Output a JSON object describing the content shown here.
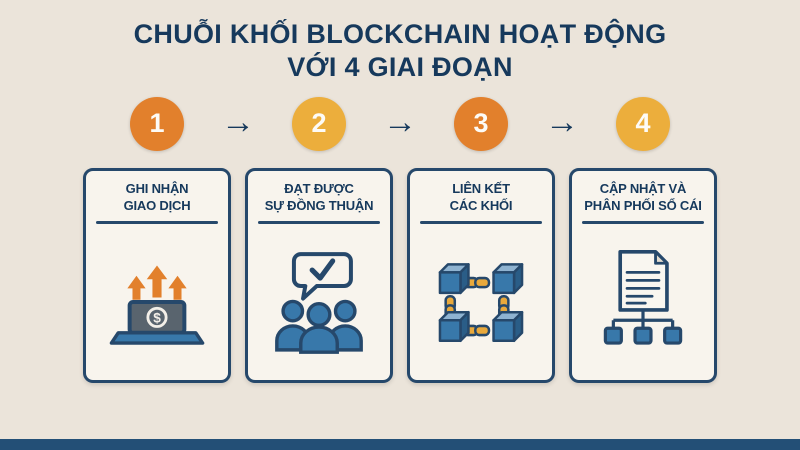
{
  "title": {
    "line1": "CHUỖI KHỐI BLOCKCHAIN HOẠT ĐỘNG",
    "line2": "VỚI 4 GIAI ĐOẠN"
  },
  "arrows": {
    "glyph": "→"
  },
  "steps": [
    {
      "number": "1",
      "color": "#e2802c",
      "label_line1": "GHI NHẬN",
      "label_line2": "GIAO DỊCH",
      "icon": "laptop-transaction-icon"
    },
    {
      "number": "2",
      "color": "#ecae3c",
      "label_line1": "ĐẠT ĐƯỢC",
      "label_line2": "SỰ ĐỒNG THUẬN",
      "icon": "consensus-people-icon"
    },
    {
      "number": "3",
      "color": "#e2802c",
      "label_line1": "LIÊN KẾT",
      "label_line2": "CÁC KHỐI",
      "icon": "linked-blocks-icon"
    },
    {
      "number": "4",
      "color": "#ecae3c",
      "label_line1": "CẬP NHẬT VÀ",
      "label_line2": "PHÂN PHỐI SỔ CÁI",
      "icon": "ledger-distribution-icon"
    }
  ],
  "icon_labels": {
    "dollar_sign": "$"
  },
  "colors": {
    "background": "#ebe4da",
    "navy": "#16395c",
    "orange": "#e2802c",
    "amber": "#ecae3c",
    "card_background": "#f8f4ed",
    "card_border": "#26486b",
    "icon_blue": "#3878aa",
    "icon_blue_dark": "#2a5d87",
    "icon_blue_light": "#8fb3d1",
    "chain_yellow": "#e9a93c",
    "bottom_bar": "#234f76"
  }
}
